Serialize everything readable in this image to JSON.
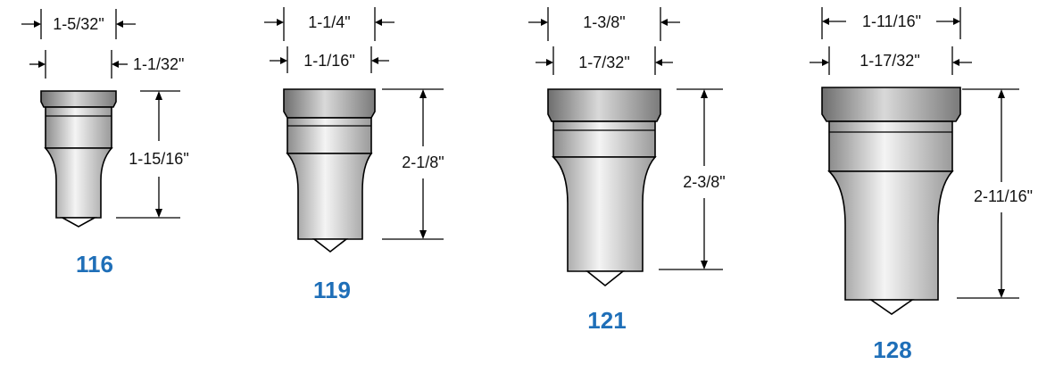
{
  "colors": {
    "model_label": "#1f6fb8",
    "metal_dark": "#8c8c8c",
    "metal_light": "#f4f4f4"
  },
  "punches": [
    {
      "model": "116",
      "head_width": "1-5/32\"",
      "body_width": "1-1/32\"",
      "length": "1-15/16\""
    },
    {
      "model": "119",
      "head_width": "1-1/4\"",
      "body_width": "1-1/16\"",
      "length": "2-1/8\""
    },
    {
      "model": "121",
      "head_width": "1-3/8\"",
      "body_width": "1-7/32\"",
      "length": "2-3/8\""
    },
    {
      "model": "128",
      "head_width": "1-11/16\"",
      "body_width": "1-17/32\"",
      "length": "2-11/16\""
    }
  ]
}
